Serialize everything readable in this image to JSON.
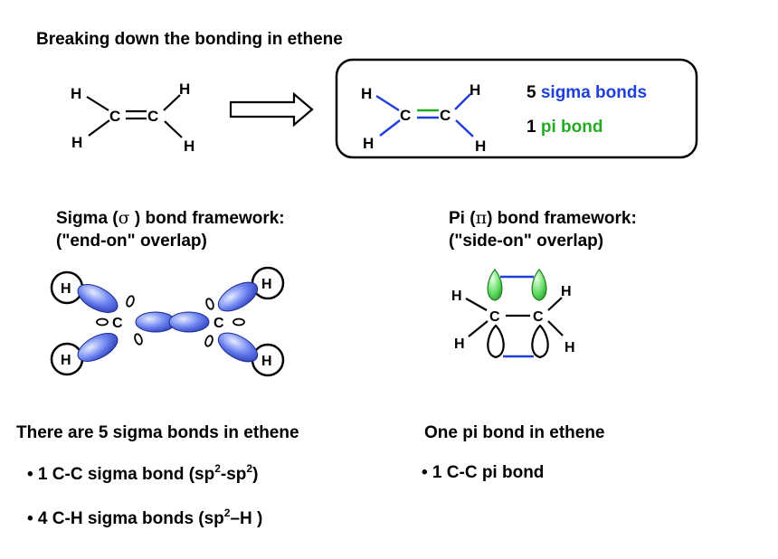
{
  "title": "Breaking down the bonding in ethene",
  "summary": {
    "sigma_count": "5",
    "sigma_label": "sigma bonds",
    "pi_count": "1",
    "pi_label": "pi bond",
    "colors": {
      "sigma": "#1f3fd8",
      "pi": "#22aa22"
    }
  },
  "molecule": {
    "h": "H",
    "c": "C"
  },
  "sigma_framework": {
    "line1_prefix": "Sigma (",
    "symbol": "σ",
    "line1_suffix": " ) bond framework:",
    "line2": "(\"end-on\" overlap)"
  },
  "pi_framework": {
    "line1_prefix": "Pi (",
    "symbol": "π",
    "line1_suffix": ") bond framework:",
    "line2": "(\"side-on\" overlap)"
  },
  "sigma_section": {
    "heading": "There are 5 sigma bonds in ethene",
    "b1_pre": "• 1 C-C sigma bond  (sp",
    "b1_sup1": "2",
    "b1_mid": "-sp",
    "b1_sup2": "2",
    "b1_post": ")",
    "b2_pre": "• 4 C-H sigma bonds (sp",
    "b2_sup": "2",
    "b2_post": "–H )"
  },
  "pi_section": {
    "heading": "One pi bond in ethene",
    "b1": "• 1 C-C pi bond"
  },
  "orbital_colors": {
    "sigma_lobe": "#5b72e8",
    "pi_lobe": "#55dd55"
  }
}
